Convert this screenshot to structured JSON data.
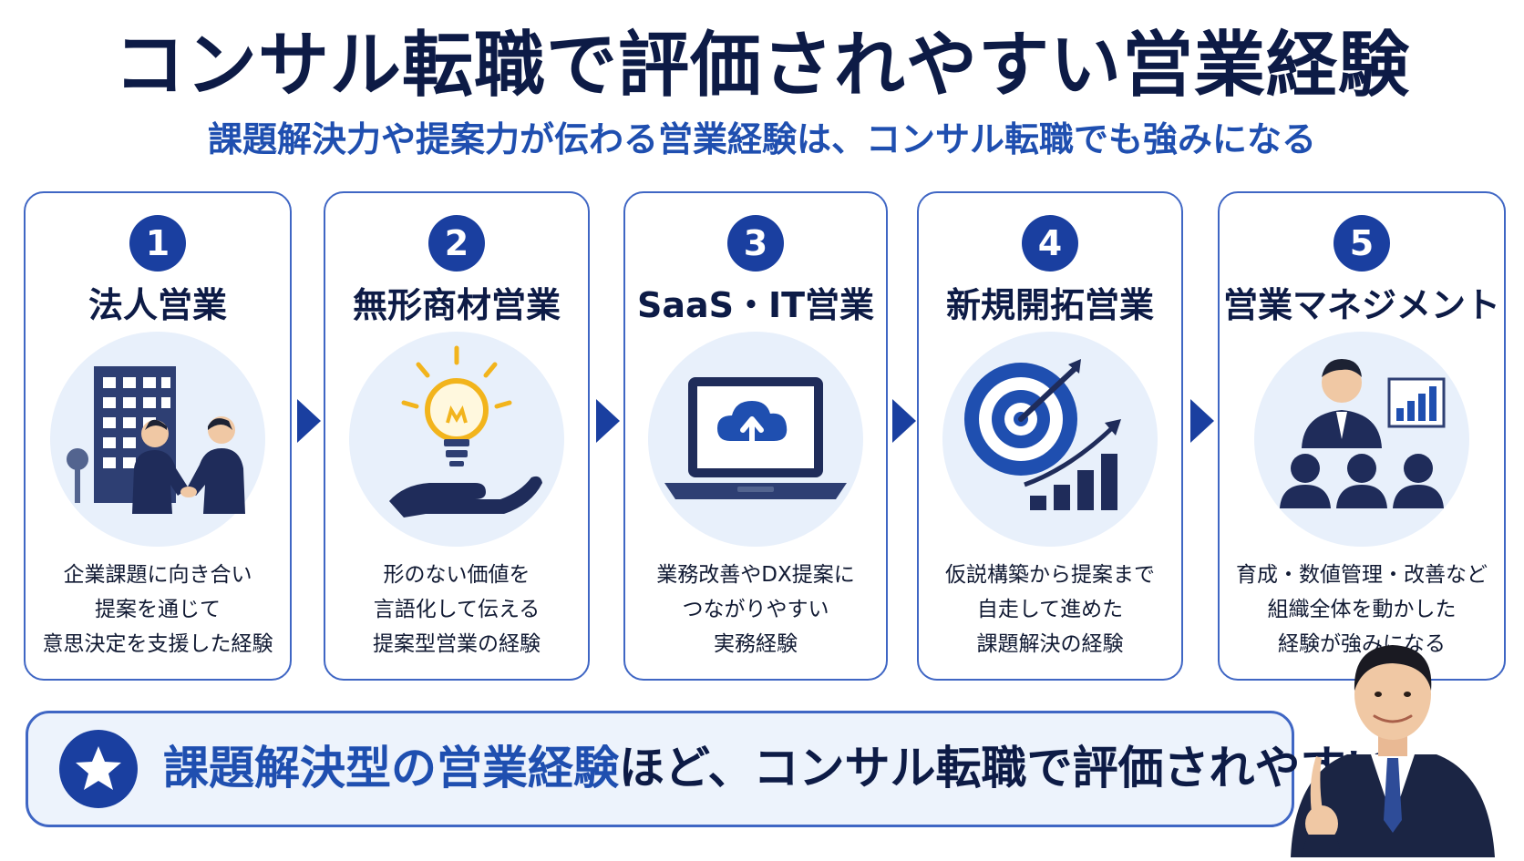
{
  "title": "コンサル転職で評価されやすい営業経験",
  "subtitle": "課題解決力や提案力が伝わる営業経験は、コンサル転職でも強みになる",
  "cards": [
    {
      "number": "1",
      "title": "法人営業",
      "icon": "business-handshake-icon",
      "lines": [
        "企業課題に向き合い",
        "提案を通じて",
        "意思決定を支援した経験"
      ]
    },
    {
      "number": "2",
      "title": "無形商材営業",
      "icon": "lightbulb-hand-icon",
      "lines": [
        "形のない価値を",
        "言語化して伝える",
        "提案型営業の経験"
      ]
    },
    {
      "number": "3",
      "title": "SaaS・IT営業",
      "icon": "laptop-cloud-icon",
      "lines": [
        "業務改善やDX提案に",
        "つながりやすい",
        "実務経験"
      ]
    },
    {
      "number": "4",
      "title": "新規開拓営業",
      "icon": "target-growth-icon",
      "lines": [
        "仮説構築から提案まで",
        "自走して進めた",
        "課題解決の経験"
      ]
    },
    {
      "number": "5",
      "title": "営業マネジメント",
      "icon": "team-management-icon",
      "lines": [
        "育成・数値管理・改善など",
        "組織全体を動かした",
        "経験が強みになる"
      ]
    }
  ],
  "banner": {
    "highlight": "課題解決型の営業経験",
    "rest": "ほど、コンサル転職で評価されやすい",
    "icon": "star-icon"
  },
  "colors": {
    "navy": "#0d1b46",
    "accent": "#1a3fa0",
    "blue_text": "#1f4fb0",
    "light_bg": "#e8f0fb"
  }
}
